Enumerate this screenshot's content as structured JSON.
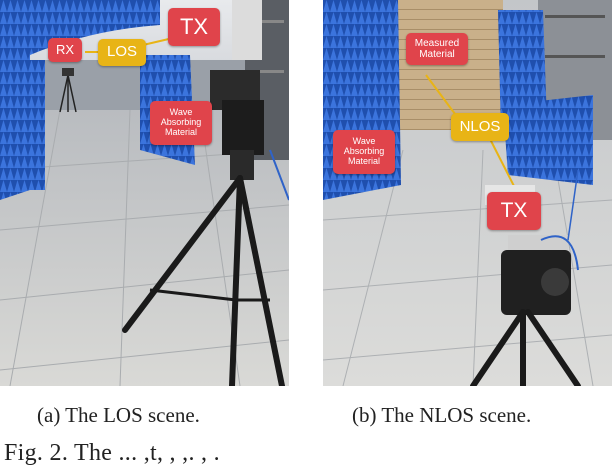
{
  "scene_a": {
    "labels": {
      "rx": "RX",
      "los": "LOS",
      "tx": "TX",
      "wave": "Wave\nAbsorbing\nMaterial"
    },
    "caption": "(a) The LOS scene."
  },
  "scene_b": {
    "labels": {
      "measured": "Measured\nMaterial",
      "nlos": "NLOS",
      "wave": "Wave\nAbsorbing\nMaterial",
      "tx": "TX"
    },
    "caption": "(b) The NLOS scene."
  },
  "figure_caption_fragment": "Fig. 2. The  ...  ,t, ,  ,. , .",
  "colors": {
    "label_red": "#e0444b",
    "label_yellow": "#e8b416",
    "absorber_blue": "#2f63c8"
  }
}
